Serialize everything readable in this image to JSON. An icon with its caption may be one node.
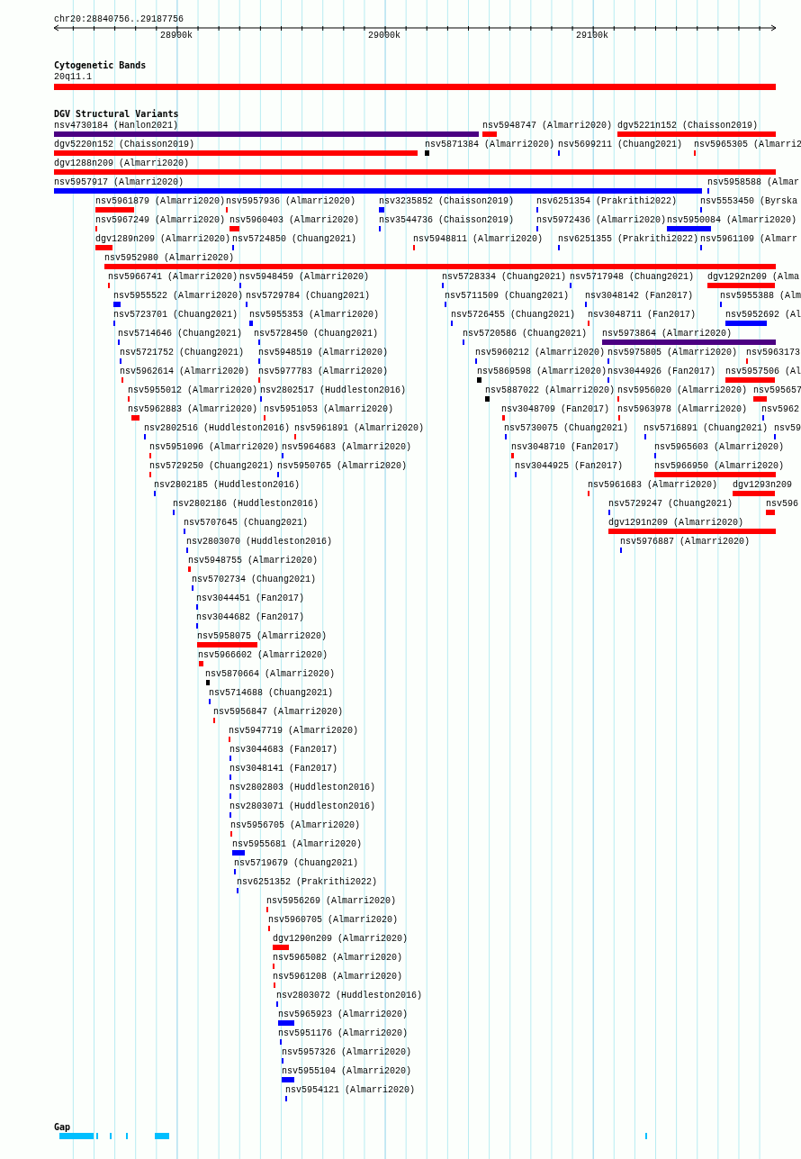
{
  "diagram": {
    "labels": [
      "chr20:28840756..29187756",
      "28900k",
      "29000k",
      "29100k",
      "Cytogenetic Bands",
      "20q11.1",
      "DGV Structural Variants",
      "nsv4730184 (Hanlon2021)",
      "nsv5948747 (Almarri2020)",
      "dgv5221n152 (Chaisson2019)",
      "dgv5220n152 (Chaisson2019)",
      "nsv5871384 (Almarri2020)",
      "nsv5699211 (Chuang2021)",
      "nsv5965305 (Almarri2",
      "dgv1288n209 (Almarri2020)",
      "nsv5957917 (Almarri2020)",
      "nsv5958588 (Almar",
      "nsv5961879 (Almarri2020)",
      "nsv5957936 (Almarri2020)",
      "nsv3235852 (Chaisson2019)",
      "nsv6251354 (Prakrithi2022)",
      "nsv5553450 (Byrska",
      "nsv5967249 (Almarri2020)",
      "nsv5960403 (Almarri2020)",
      "nsv3544736 (Chaisson2019)",
      "nsv5972436 (Almarri2020)",
      "nsv5950084 (Almarri2020)",
      "dgv1289n209 (Almarri2020)",
      "nsv5724850 (Chuang2021)",
      "nsv5948811 (Almarri2020)",
      "nsv6251355 (Prakrithi2022)",
      "nsv5961109 (Almarr",
      "nsv5952980 (Almarri2020)",
      "nsv5966741 (Almarri2020)",
      "nsv5948459 (Almarri2020)",
      "nsv5728334 (Chuang2021)",
      "nsv5717948 (Chuang2021)",
      "dgv1292n209 (Alma",
      "nsv5955522 (Almarri2020)",
      "nsv5729784 (Chuang2021)",
      "nsv5711509 (Chuang2021)",
      "nsv3048142 (Fan2017)",
      "nsv5955388 (Alm",
      "nsv5723701 (Chuang2021)",
      "nsv5955353 (Almarri2020)",
      "nsv5726455 (Chuang2021)",
      "nsv3048711 (Fan2017)",
      "nsv5952692 (Al",
      "nsv5714646 (Chuang2021)",
      "nsv5728450 (Chuang2021)",
      "nsv5720586 (Chuang2021)",
      "nsv5973864 (Almarri2020)",
      "nsv5721752 (Chuang2021)",
      "nsv5948519 (Almarri2020)",
      "nsv5960212 (Almarri2020)",
      "nsv5975805 (Almarri2020)",
      "nsv5963173",
      "nsv5962614 (Almarri2020)",
      "nsv5977783 (Almarri2020)",
      "nsv5869598 (Almarri2020)",
      "nsv3044926 (Fan2017)",
      "nsv5957506 (Al",
      "nsv5955012 (Almarri2020)",
      "nsv2802517 (Huddleston2016)",
      "nsv5887022 (Almarri2020)",
      "nsv5956020 (Almarri2020)",
      "nsv595657",
      "nsv5962883 (Almarri2020)",
      "nsv5951053 (Almarri2020)",
      "nsv3048709 (Fan2017)",
      "nsv5963978 (Almarri2020)",
      "nsv5962",
      "nsv2802516 (Huddleston2016)",
      "nsv5961891 (Almarri2020)",
      "nsv5730075 (Chuang2021)",
      "nsv5716891 (Chuang2021)",
      "nsv59",
      "nsv5951096 (Almarri2020)",
      "nsv5964683 (Almarri2020)",
      "nsv3048710 (Fan2017)",
      "nsv5965603 (Almarri2020)",
      "nsv5729250 (Chuang2021)",
      "nsv5950765 (Almarri2020)",
      "nsv3044925 (Fan2017)",
      "nsv5966950 (Almarri2020)",
      "nsv2802185 (Huddleston2016)",
      "nsv5961683 (Almarri2020)",
      "dgv1293n209",
      "nsv2802186 (Huddleston2016)",
      "nsv5729247 (Chuang2021)",
      "nsv596",
      "nsv5707645 (Chuang2021)",
      "dgv1291n209 (Almarri2020)",
      "nsv2803070 (Huddleston2016)",
      "nsv5976887 (Almarri2020)",
      "nsv5948755 (Almarri2020)",
      "nsv5702734 (Chuang2021)",
      "nsv3044451 (Fan2017)",
      "nsv3044682 (Fan2017)",
      "nsv5958075 (Almarri2020)",
      "nsv5966602 (Almarri2020)",
      "nsv5870664 (Almarri2020)",
      "nsv5714688 (Chuang2021)",
      "nsv5956847 (Almarri2020)",
      "nsv5947719 (Almarri2020)",
      "nsv3044683 (Fan2017)",
      "nsv3048141 (Fan2017)",
      "nsv2802803 (Huddleston2016)",
      "nsv2803071 (Huddleston2016)",
      "nsv5956705 (Almarri2020)",
      "nsv5955681 (Almarri2020)",
      "nsv5719679 (Chuang2021)",
      "nsv6251352 (Prakrithi2022)",
      "nsv5956269 (Almarri2020)",
      "nsv5960705 (Almarri2020)",
      "dgv1290n209 (Almarri2020)",
      "nsv5965082 (Almarri2020)",
      "nsv5961208 (Almarri2020)",
      "nsv2803072 (Huddleston2016)",
      "nsv5965923 (Almarri2020)",
      "nsv5951176 (Almarri2020)",
      "nsv5957326 (Almarri2020)",
      "nsv5955104 (Almarri2020)",
      "nsv5954121 (Almarri2020)",
      "Gap"
    ]
  }
}
